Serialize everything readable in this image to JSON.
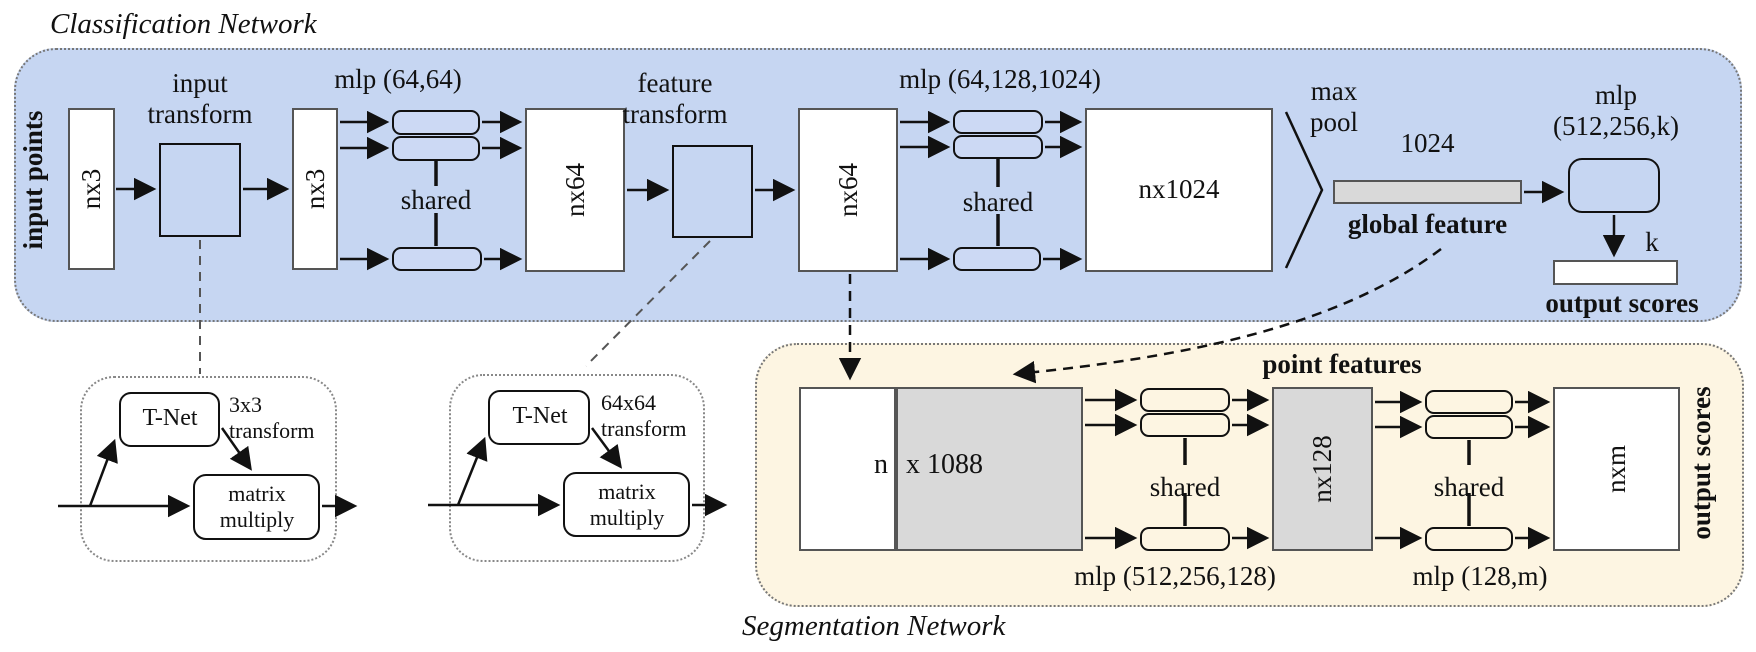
{
  "classification": {
    "title": "Classification Network",
    "side_label": "input points",
    "nx3_a": "nx3",
    "input_transform": "input\ntransform",
    "nx3_b": "nx3",
    "mlp1": "mlp (64,64)",
    "shared1": "shared",
    "nx64_a": "nx64",
    "feature_transform": "feature\ntransform",
    "nx64_b": "nx64",
    "mlp2": "mlp (64,128,1024)",
    "shared2": "shared",
    "nx1024": "nx1024",
    "max_pool": "max\npool",
    "vec_1024": "1024",
    "global_feature": "global feature",
    "mlp3": "mlp\n(512,256,k)",
    "k": "k",
    "output_scores": "output scores"
  },
  "tnets": {
    "box1": {
      "name": "T-Net",
      "transform": "3x3\ntransform",
      "multiply": "matrix\nmultiply"
    },
    "box2": {
      "name": "T-Net",
      "transform": "64x64\ntransform",
      "multiply": "matrix\nmultiply"
    }
  },
  "segmentation": {
    "title": "Segmentation Network",
    "point_features": "point features",
    "n": "n",
    "x1088": "x 1088",
    "shared1": "shared",
    "mlp1": "mlp (512,256,128)",
    "nx128": "nx128",
    "shared2": "shared",
    "mlp2": "mlp (128,m)",
    "nxm": "nxm",
    "output_scores": "output scores"
  },
  "colors": {
    "classification_bg": "#c6d6f2",
    "segmentation_bg": "#fdf5e2",
    "gray_fill": "#d9d9d9",
    "box_border": "#555555",
    "rounded_fill_classification": "#ccd9f4",
    "rounded_fill_segmentation": "#fdf5e2",
    "line_color": "#111111"
  }
}
